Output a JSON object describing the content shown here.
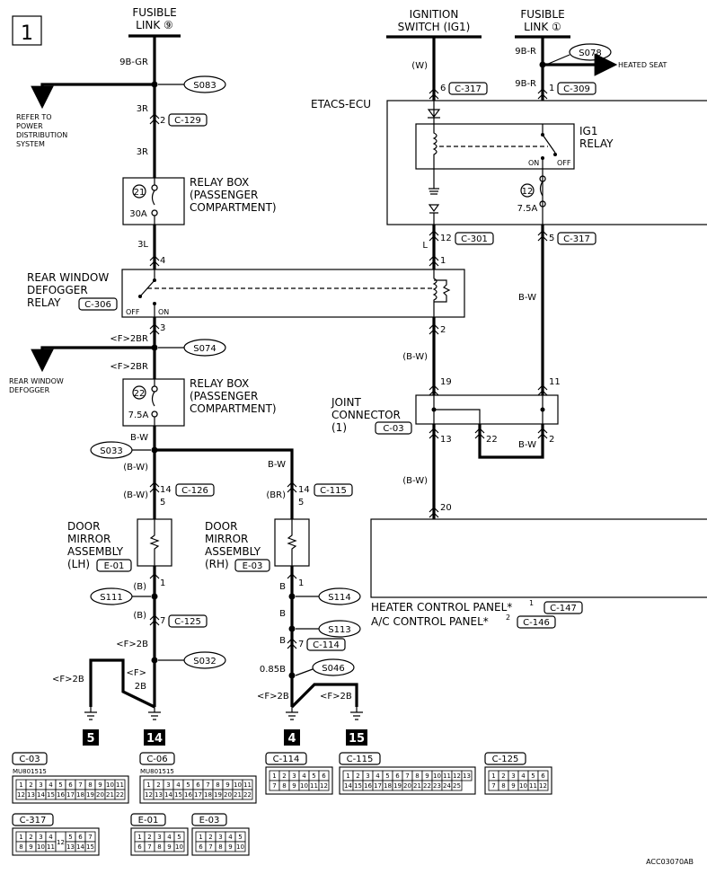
{
  "page": {
    "number": "1",
    "code": "ACC03070AB"
  },
  "sources": {
    "fusible_link_37": [
      "FUSIBLE",
      "LINK ⑨"
    ],
    "ignition_switch": [
      "IGNITION",
      "SWITCH (IG1)"
    ],
    "fusible_link_34": [
      "FUSIBLE",
      "LINK ①"
    ]
  },
  "left_branch": {
    "wire_top": "9B-GR",
    "splice_s083": "S083",
    "refer_note": [
      "REFER TO",
      "POWER",
      "DISTRIBUTION",
      "SYSTEM"
    ],
    "w_3r_a": "3R",
    "pin_2": "2",
    "conn_c129": "C-129",
    "w_3r_b": "3R",
    "relay_box_1": [
      "RELAY BOX",
      "(PASSENGER",
      "COMPARTMENT)"
    ],
    "fuse_21": "21",
    "fuse_21_amp": "30A",
    "w_3l": "3L",
    "pin_4": "4",
    "defogger_relay": [
      "REAR WINDOW",
      "DEFOGGER",
      "RELAY"
    ],
    "conn_c306": "C-306",
    "off_label": "OFF",
    "on_label": "ON",
    "pin_3": "3",
    "w_f2br_a": "<F>2BR",
    "splice_s074": "S074",
    "rear_defogger_note": [
      "REAR WINDOW",
      "DEFOGGER"
    ],
    "w_f2br_b": "<F>2BR",
    "relay_box_2": [
      "RELAY BOX",
      "(PASSENGER",
      "COMPARTMENT)"
    ],
    "fuse_22": "22",
    "fuse_22_amp": "7.5A",
    "w_bw": "B-W",
    "splice_s033": "S033",
    "w_bw_paren": "(B-W)"
  },
  "mirror_lh": {
    "w_in": "(B-W)",
    "pin_14": "14",
    "pin_5": "5",
    "conn": "C-126",
    "label": [
      "DOOR",
      "MIRROR",
      "ASSEMBLY",
      "(LH)"
    ],
    "conn_e": "E-01",
    "pin_1": "1",
    "w_b_a": "(B)",
    "splice_s111": "S111",
    "w_b_b": "(B)",
    "pin_7": "7",
    "conn_c125": "C-125",
    "w_f2b": "<F>2B",
    "splice_s032": "S032",
    "w_f": "<F>",
    "w_2b": "2B",
    "w_f2b_left": "<F>2B",
    "ground_5": "5",
    "ground_14": "14"
  },
  "mirror_rh": {
    "w_in": "B-W",
    "w_br": "(BR)",
    "pin_14": "14",
    "pin_5": "5",
    "conn": "C-115",
    "label": [
      "DOOR",
      "MIRROR",
      "ASSEMBLY",
      "(RH)"
    ],
    "conn_e": "E-03",
    "pin_1": "1",
    "w_b_a": "B",
    "splice_s114": "S114",
    "w_b_b": "B",
    "splice_s113": "S113",
    "w_b_c": "B",
    "pin_7": "7",
    "conn_c114": "C-114",
    "w_085b": "0.85B",
    "splice_s046": "S046",
    "w_f2b_a": "<F>2B",
    "w_f2b_b": "<F>2B",
    "ground_4": "4",
    "ground_15": "15"
  },
  "ignition_branch": {
    "w_w": "(W)",
    "pin_6": "6",
    "conn_c317": "C-317",
    "etacs": "ETACS-ECU",
    "ig1_relay": [
      "IG1",
      "RELAY"
    ],
    "on_label": "ON",
    "off_label": "OFF",
    "fuse_12": "12",
    "fuse_12_amp": "7.5A",
    "w_l": "L",
    "pin_12": "12",
    "conn_c301": "C-301",
    "pin_5": "5",
    "conn_c317b": "C-317",
    "pin_1": "1",
    "pin_2": "2",
    "w_bw_paren": "(B-W)",
    "w_bw": "B-W",
    "pin_19": "19",
    "pin_11": "11",
    "joint": [
      "JOINT",
      "CONNECTOR",
      "(1)"
    ],
    "conn_c03": "C-03",
    "pin_13": "13",
    "pin_22": "22",
    "w_bw2": "B-W",
    "pin_2b": "2",
    "w_bw3": "(B-W)",
    "pin_20": "20",
    "heater_panel": "HEATER CONTROL PANEL*",
    "heater_sup": "1",
    "conn_c147": "C-147",
    "ac_panel": "A/C CONTROL PANEL*",
    "ac_sup": "2",
    "conn_c146": "C-146"
  },
  "right_branch": {
    "wire_top": "9B-R",
    "splice_s078": "S078",
    "heated_seat": "HEATED SEAT",
    "w_9br": "9B-R",
    "pin_1": "1",
    "conn_c309": "C-309"
  },
  "connectors": {
    "c03": {
      "label": "C-03",
      "part": "MU801515",
      "row1": [
        "1",
        "2",
        "3",
        "4",
        "5",
        "6",
        "7",
        "8",
        "9",
        "10",
        "11"
      ],
      "row2": [
        "12",
        "13",
        "14",
        "15",
        "16",
        "17",
        "18",
        "19",
        "20",
        "21",
        "22"
      ]
    },
    "c06": {
      "label": "C-06",
      "part": "MU801515",
      "row1": [
        "1",
        "2",
        "3",
        "4",
        "5",
        "6",
        "7",
        "8",
        "9",
        "10",
        "11"
      ],
      "row2": [
        "12",
        "13",
        "14",
        "15",
        "16",
        "17",
        "18",
        "19",
        "20",
        "21",
        "22"
      ]
    },
    "c114": {
      "label": "C-114",
      "row1": [
        "1",
        "2",
        "3",
        "4",
        "5",
        "6"
      ],
      "row2": [
        "7",
        "8",
        "9",
        "10",
        "11",
        "12"
      ]
    },
    "c115": {
      "label": "C-115",
      "row1": [
        "1",
        "2",
        "3",
        "4",
        "5",
        "6",
        "7",
        "8",
        "9",
        "10",
        "11",
        "12",
        "13"
      ],
      "row2": [
        "14",
        "15",
        "16",
        "17",
        "18",
        "19",
        "20",
        "21",
        "22",
        "23",
        "24",
        "25"
      ]
    },
    "c125": {
      "label": "C-125",
      "row1": [
        "1",
        "2",
        "3",
        "4",
        "5",
        "6"
      ],
      "row2": [
        "7",
        "8",
        "9",
        "10",
        "11",
        "12"
      ]
    },
    "c317": {
      "label": "C-317",
      "row1": [
        "1",
        "2",
        "3",
        "4",
        "5",
        "6",
        "7"
      ],
      "row2": [
        "8",
        "9",
        "10",
        "11",
        "13",
        "14",
        "15"
      ],
      "mid": "12"
    },
    "e01": {
      "label": "E-01",
      "row1": [
        "1",
        "2",
        "3",
        "4",
        "5"
      ],
      "row2": [
        "6",
        "7",
        "8",
        "9",
        "10"
      ]
    },
    "e03": {
      "label": "E-03",
      "row1": [
        "1",
        "2",
        "3",
        "4",
        "5"
      ],
      "row2": [
        "6",
        "7",
        "8",
        "9",
        "10"
      ]
    }
  }
}
